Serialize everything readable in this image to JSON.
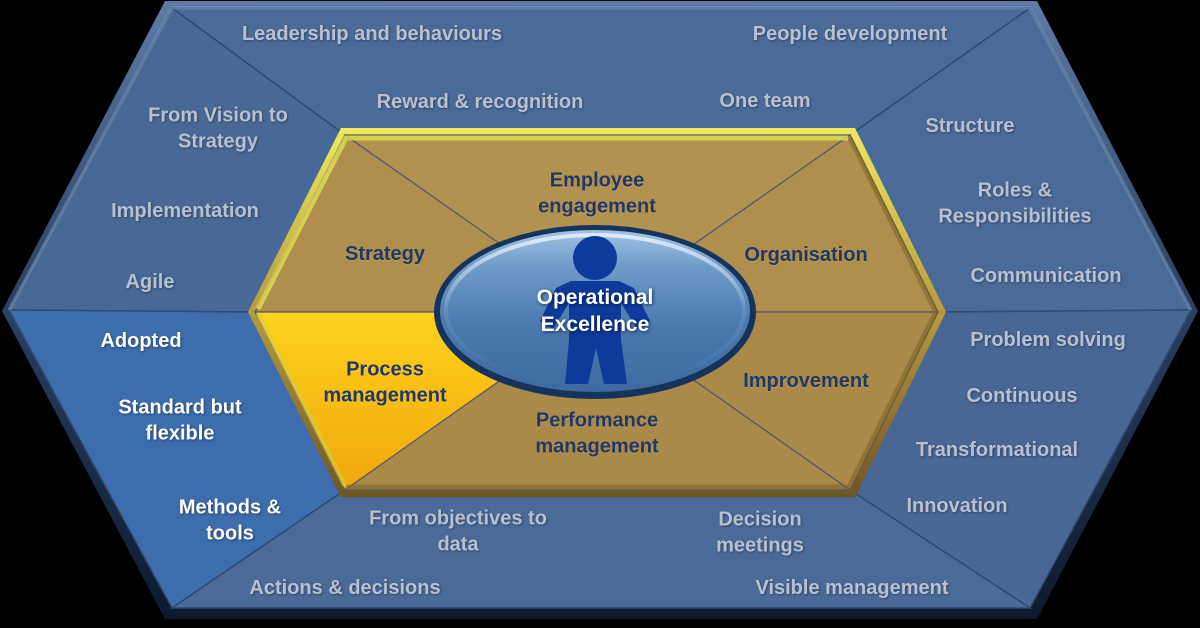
{
  "title": "Operational Excellence model",
  "center": {
    "label": "Operational Excellence"
  },
  "inner": {
    "employee_engagement": "Employee engagement",
    "strategy": "Strategy",
    "organisation": "Organisation",
    "process_management": "Process management",
    "improvement": "Improvement",
    "performance_management": "Performance management"
  },
  "outer": {
    "top": {
      "labels": [
        "Leadership and behaviours",
        "Reward & recognition",
        "One team",
        "People development"
      ]
    },
    "upper_left": {
      "labels": [
        "From Vision to Strategy",
        "Implementation",
        "Agile"
      ]
    },
    "upper_right": {
      "labels": [
        "Structure",
        "Roles & Responsibilities",
        "Communication"
      ]
    },
    "lower_left": {
      "labels": [
        "Adopted",
        "Standard but flexible",
        "Methods & tools"
      ]
    },
    "lower_right": {
      "labels": [
        "Problem solving",
        "Continuous",
        "Transformational",
        "Innovation"
      ]
    },
    "bottom": {
      "labels": [
        "From objectives to data",
        "Decision meetings",
        "Actions & decisions",
        "Visible management"
      ]
    }
  },
  "icons": {
    "person": "person-silhouette"
  },
  "colors": {
    "outer_fill": "#4a6b98",
    "outer_fill_bright": "#3d6dad",
    "outer_divider": "#2e4a72",
    "inner_fill": "#b08e4d",
    "inner_divider": "#535869",
    "highlight_segment_top": "#ffce17",
    "highlight_segment_bottom": "#f0a70a",
    "ellipse_fill": "#4a78ad",
    "ellipse_ring": "#16335c",
    "person": "#0e3a9b",
    "outer_text": "#b7c1d1",
    "inner_text": "#1f3864",
    "white_text": "#ffffff"
  }
}
